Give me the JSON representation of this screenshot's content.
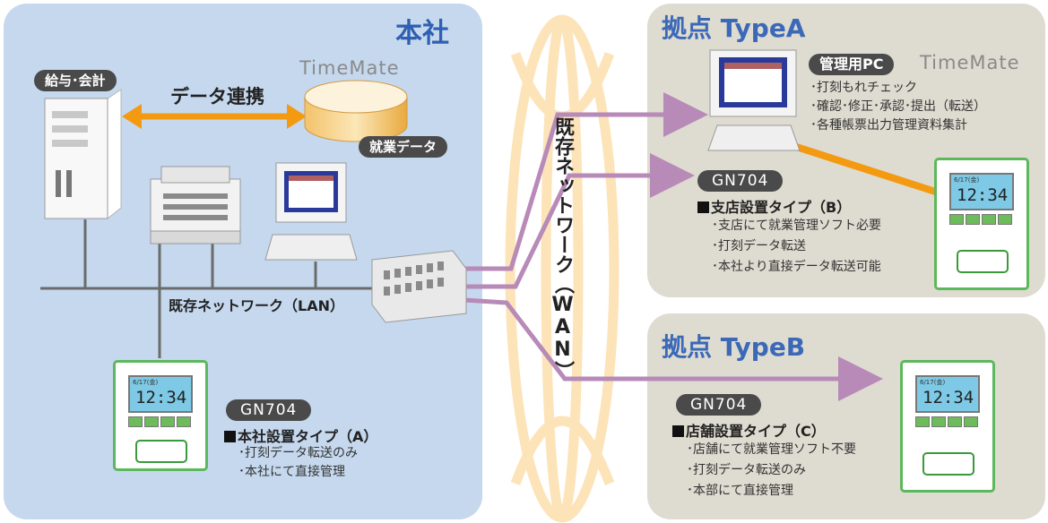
{
  "hq": {
    "title": "本社",
    "payroll_label": "給与･会計",
    "data_link_label": "データ連携",
    "timemate_logo": "TimeMate",
    "attendance_data_label": "就業データ",
    "lan_label": "既存ネットワーク（LAN）",
    "device": {
      "model": "GN704",
      "type_label": "本社設置タイプ（A）",
      "features": [
        "･打刻データ転送のみ",
        "･本社にて直接管理"
      ],
      "clock_date": "6/17(金)",
      "clock_time": "12:34"
    }
  },
  "wan_label": "既存ネットワーク（WAN）",
  "type_a": {
    "title": "拠点 TypeA",
    "pc_label": "管理用PC",
    "timemate_logo": "TimeMate",
    "pc_features": [
      "･打刻もれチェック",
      "･確認･修正･承認･提出（転送）",
      "･各種帳票出力管理資料集計"
    ],
    "device": {
      "model": "GN704",
      "type_label": "支店設置タイプ（B）",
      "features": [
        "･支店にて就業管理ソフト必要",
        "･打刻データ転送",
        "･本社より直接データ転送可能"
      ],
      "clock_date": "6/17(金)",
      "clock_time": "12:34"
    }
  },
  "type_b": {
    "title": "拠点 TypeB",
    "device": {
      "model": "GN704",
      "type_label": "店舗設置タイプ（C）",
      "features": [
        "･店舗にて就業管理ソフト不要",
        "･打刻データ転送のみ",
        "･本部にて直接管理"
      ],
      "clock_date": "6/17(金)",
      "clock_time": "12:34"
    }
  },
  "colors": {
    "hq_bg": "#c5d8ee",
    "branch_bg": "#dedbd0",
    "wan_ring": "#fde3b8",
    "wan_line": "#b78ab8",
    "data_link": "#f39a10",
    "clock_border": "#5cb85c"
  }
}
